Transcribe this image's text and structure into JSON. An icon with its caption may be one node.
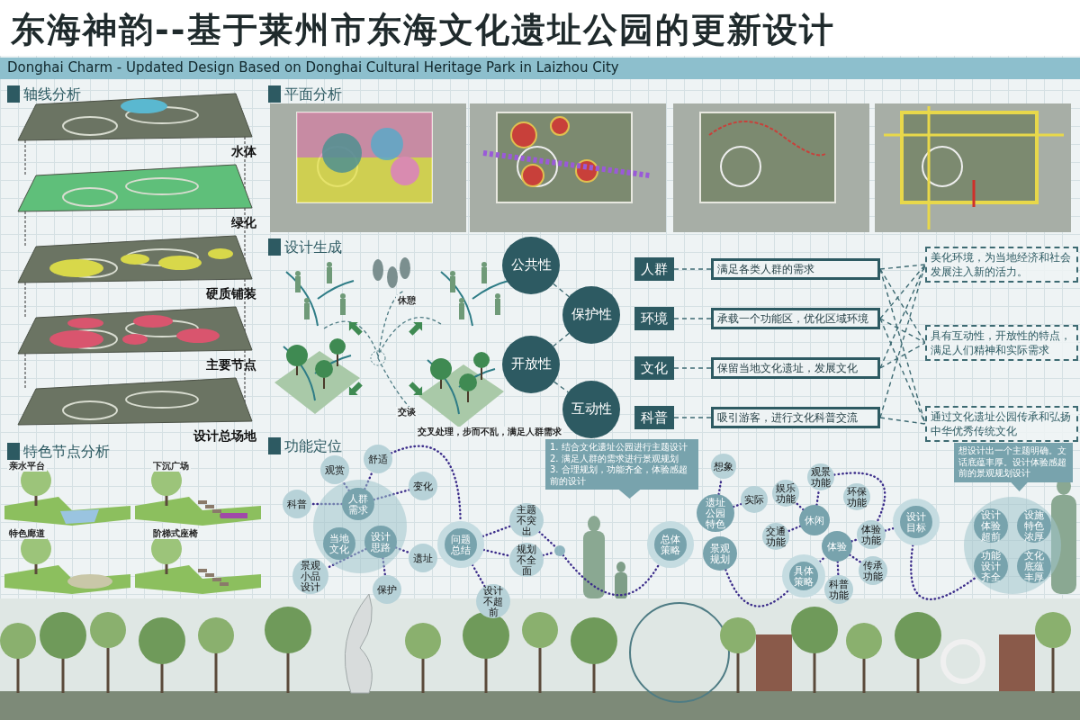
{
  "diagram": {
    "title": "东海神韵--基于莱州市东海文化遗址公园的更新设计",
    "nodes": [
      {
        "text": [
          "公共性"
        ]
      },
      {
        "text": [
          "保护性"
        ]
      },
      {
        "text": [
          "开放性"
        ]
      },
      {
        "text": [
          "互动性"
        ]
      },
      {
        "text": [
          "人群"
        ]
      },
      {
        "text": [
          "环境"
        ]
      },
      {
        "text": [
          "文化"
        ]
      },
      {
        "text": [
          "科普"
        ]
      },
      {
        "text": [
          "满足各类人群的需求"
        ]
      },
      {
        "text": [
          "承载一个功能区，优化区域环境"
        ]
      },
      {
        "text": [
          "保留当地文化遗址，发展文化"
        ]
      },
      {
        "text": [
          "吸引游客，进行文化科普交流"
        ]
      },
      {
        "text": [
          "美化环境，为当地经济和社会发展注入新的活力。"
        ]
      },
      {
        "text": [
          "具有互动性，开放性的特点，满足人们精神和实际需求"
        ]
      },
      {
        "text": [
          "通过文化遗址公园传承和弘扬中华优秀传统文化"
        ]
      },
      {
        "text": [],
        "shape": "circle"
      },
      {
        "text": [
          "人群需求"
        ],
        "in": 15
      },
      {
        "text": [
          "当地文化"
        ],
        "in": 15
      },
      {
        "text": [
          "设计思路"
        ],
        "in": 15
      },
      {
        "text": [
          "观赏"
        ]
      },
      {
        "text": [
          "舒适"
        ]
      },
      {
        "text": [
          "变化"
        ]
      },
      {
        "text": [
          "科普"
        ]
      },
      {
        "text": [
          "遗址"
        ]
      },
      {
        "text": [
          "景观小品设计"
        ]
      },
      {
        "text": [
          "保护"
        ]
      },
      {
        "text": [
          "问题总结"
        ]
      },
      {
        "text": [
          "主题不突出"
        ]
      },
      {
        "text": [
          "规划不全面"
        ]
      },
      {
        "text": [
          "设计不超前"
        ]
      },
      {
        "text": [],
        "shape": "circle"
      },
      {
        "text": [
          "1. 结合文化遗址公园进行主题设计",
          "2. 满足人群的需求进行景观规划",
          "3. 合理规划，功能齐全，体验感超前的设计"
        ]
      },
      {
        "text": [
          "总体策略"
        ]
      },
      {
        "text": [
          "遗址公园特色"
        ]
      },
      {
        "text": [
          "景观规划"
        ]
      },
      {
        "text": [
          "想象"
        ]
      },
      {
        "text": [
          "实际"
        ]
      },
      {
        "text": [
          "娱乐功能"
        ]
      },
      {
        "text": [
          "观景功能"
        ]
      },
      {
        "text": [
          "环保功能"
        ]
      },
      {
        "text": [
          "交通功能"
        ]
      },
      {
        "text": [
          "休闲"
        ]
      },
      {
        "text": [
          "体验"
        ]
      },
      {
        "text": [
          "体验功能"
        ]
      },
      {
        "text": [
          "具体策略"
        ]
      },
      {
        "text": [
          "科普功能"
        ]
      },
      {
        "text": [
          "传承功能"
        ]
      },
      {
        "text": [
          "设计目标"
        ]
      },
      {
        "text": [],
        "shape": "circle"
      },
      {
        "text": [
          "设计体验超前"
        ],
        "in": 48
      },
      {
        "text": [
          "设施特色浓厚"
        ],
        "in": 48
      },
      {
        "text": [
          "功能设计齐全"
        ],
        "in": 48
      },
      {
        "text": [
          "文化底蕴丰厚"
        ],
        "in": 48
      },
      {
        "text": [
          "想设计出一个主题明确。文话底蕴丰厚。设计体验感超前的景观规划设计"
        ]
      }
    ],
    "edges": [
      {
        "from": 0,
        "to": 1,
        "arrow": "none",
        "style": "dashed",
        "color": "#3d6a72"
      },
      {
        "from": 1,
        "to": 2,
        "arrow": "none",
        "style": "dashed",
        "color": "#3d6a72"
      },
      {
        "from": 2,
        "to": 3,
        "arrow": "none",
        "style": "dashed",
        "color": "#3d6a72"
      },
      {
        "from": 4,
        "to": 8,
        "arrow": "none",
        "style": "dashed",
        "color": "#3d6a72"
      },
      {
        "from": 5,
        "to": 9,
        "arrow": "none",
        "style": "dashed",
        "color": "#3d6a72"
      },
      {
        "from": 6,
        "to": 10,
        "arrow": "none",
        "style": "dashed",
        "color": "#3d6a72"
      },
      {
        "from": 7,
        "to": 11,
        "arrow": "none",
        "style": "dashed",
        "color": "#3d6a72"
      },
      {
        "from": 8,
        "to": 12,
        "arrow": "none",
        "style": "dashed",
        "color": "#3d6a72"
      },
      {
        "from": 8,
        "to": 13,
        "arrow": "none",
        "style": "dashed",
        "color": "#3d6a72"
      },
      {
        "from": 8,
        "to": 14,
        "arrow": "none",
        "style": "dashed",
        "color": "#3d6a72"
      },
      {
        "from": 9,
        "to": 12,
        "arrow": "none",
        "style": "dashed",
        "color": "#3d6a72"
      },
      {
        "from": 9,
        "to": 13,
        "arrow": "none",
        "style": "dashed",
        "color": "#3d6a72"
      },
      {
        "from": 9,
        "to": 14,
        "arrow": "none",
        "style": "dashed",
        "color": "#3d6a72"
      },
      {
        "from": 10,
        "to": 12,
        "arrow": "none",
        "style": "dashed",
        "color": "#3d6a72"
      },
      {
        "from": 10,
        "to": 13,
        "arrow": "none",
        "style": "dashed",
        "color": "#3d6a72"
      },
      {
        "from": 11,
        "to": 12,
        "arrow": "none",
        "style": "dashed",
        "color": "#3d6a72"
      },
      {
        "from": 11,
        "to": 14,
        "arrow": "none",
        "style": "dashed",
        "color": "#3d6a72"
      },
      {
        "from": 16,
        "to": 19,
        "arrow": "none"
      },
      {
        "from": 16,
        "to": 20,
        "arrow": "none"
      },
      {
        "from": 16,
        "to": 21,
        "arrow": "none"
      },
      {
        "from": 16,
        "to": 22,
        "arrow": "none"
      },
      {
        "from": 18,
        "to": 23,
        "arrow": "none"
      },
      {
        "from": 18,
        "to": 24,
        "arrow": "none"
      },
      {
        "from": 18,
        "to": 25,
        "arrow": "none"
      },
      {
        "from": 20,
        "to": 26,
        "arrow": "none"
      },
      {
        "from": 26,
        "to": 27,
        "arrow": "none"
      },
      {
        "from": 26,
        "to": 28,
        "arrow": "none"
      },
      {
        "from": 26,
        "to": 29,
        "arrow": "none"
      },
      {
        "from": 27,
        "to": 30,
        "arrow": "none"
      },
      {
        "from": 28,
        "to": 30,
        "arrow": "none"
      },
      {
        "from": 30,
        "to": 32,
        "arrow": "none"
      },
      {
        "from": 33,
        "to": 35,
        "arrow": "none"
      },
      {
        "from": 33,
        "to": 36,
        "arrow": "none"
      },
      {
        "from": 34,
        "to": 44,
        "arrow": "none"
      },
      {
        "from": 41,
        "to": 37,
        "arrow": "none"
      },
      {
        "from": 41,
        "to": 40,
        "arrow": "none"
      },
      {
        "from": 41,
        "to": 38,
        "arrow": "none"
      },
      {
        "from": 42,
        "to": 43,
        "arrow": "none"
      },
      {
        "from": 42,
        "to": 46,
        "arrow": "none"
      },
      {
        "from": 42,
        "to": 45,
        "arrow": "none"
      },
      {
        "from": 38,
        "to": 43,
        "arrow": "none"
      },
      {
        "from": 43,
        "to": 47,
        "arrow": "none"
      },
      {
        "from": 47,
        "to": 51,
        "arrow": "none"
      },
      {
        "from": 44,
        "to": 42,
        "arrow": "none"
      }
    ],
    "labels": [
      "Donghai Charm - Updated Design Based on Donghai Cultural Heritage Park in Laizhou City",
      "轴线分析",
      "水体",
      "绿化",
      "硬质铺装",
      "主要节点",
      "设计总场地",
      "平面分析",
      "设计生成",
      "休憩",
      "交谈",
      "交叉处理，步而不乱，满足人群需求",
      "特色节点分析",
      "亲水平台",
      "下沉广场",
      "特色廊道",
      "阶梯式座椅",
      "功能定位"
    ]
  }
}
